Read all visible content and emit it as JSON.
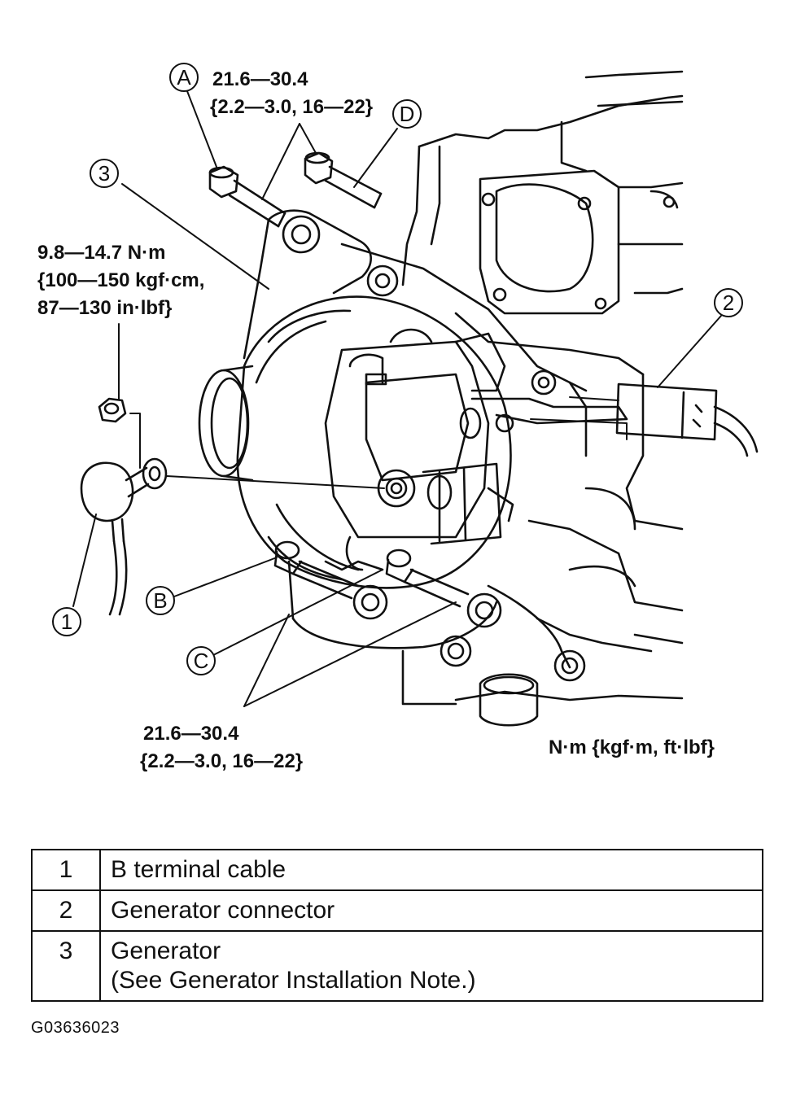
{
  "torque_labels": {
    "top_bolts_line1": "21.6—30.4",
    "top_bolts_line2": "{2.2—3.0, 16—22}",
    "terminal_nut_line1": "9.8—14.7 N·m",
    "terminal_nut_line2": "{100—150 kgf·cm,",
    "terminal_nut_line3": "87—130 in·lbf}",
    "bottom_bolts_line1": "21.6—30.4",
    "bottom_bolts_line2": "{2.2—3.0, 16—22}",
    "units_note": "N·m {kgf·m, ft·lbf}"
  },
  "callouts": {
    "a": "A",
    "b": "B",
    "c": "C",
    "d": "D",
    "n1": "1",
    "n2": "2",
    "n3": "3"
  },
  "legend": {
    "rows": [
      {
        "num": "1",
        "desc": "B terminal cable",
        "desc2": ""
      },
      {
        "num": "2",
        "desc": "Generator connector",
        "desc2": ""
      },
      {
        "num": "3",
        "desc": "Generator",
        "desc2": "(See Generator Installation Note.)"
      }
    ]
  },
  "figure_code": "G03636023"
}
